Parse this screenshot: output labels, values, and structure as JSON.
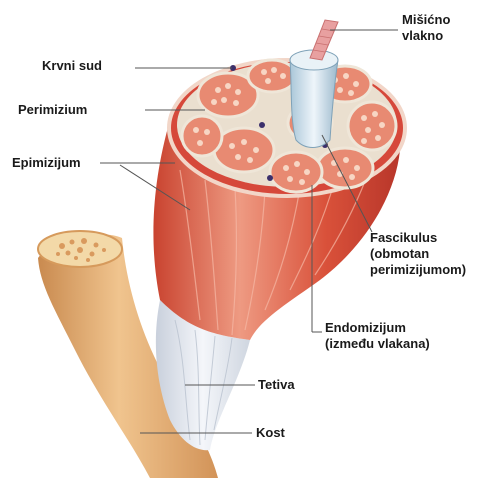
{
  "labels": {
    "misicno_vlakno": [
      "Mišićno",
      "vlakno"
    ],
    "krvni_sud": "Krvni sud",
    "perimizium": "Perimizium",
    "epimizijum": "Epimizijum",
    "fascikulus": [
      "Fascikulus",
      "(obmotan",
      "perimizijumom)"
    ],
    "endomizijum": [
      "Endomizijum",
      "(između vlakana)"
    ],
    "tetiva": "Tetiva",
    "kost": "Kost"
  },
  "colors": {
    "muscle": "#d9513a",
    "muscle_light": "#ec8a72",
    "fascicle_fill": "#f7d6c4",
    "fiber_dot": "#d44a3a",
    "perimysium": "#e9dcc8",
    "tendon": "#e6ebf2",
    "bone": "#e8b27a",
    "bone_end": "#f3d9a8",
    "leader_line": "#555555"
  }
}
